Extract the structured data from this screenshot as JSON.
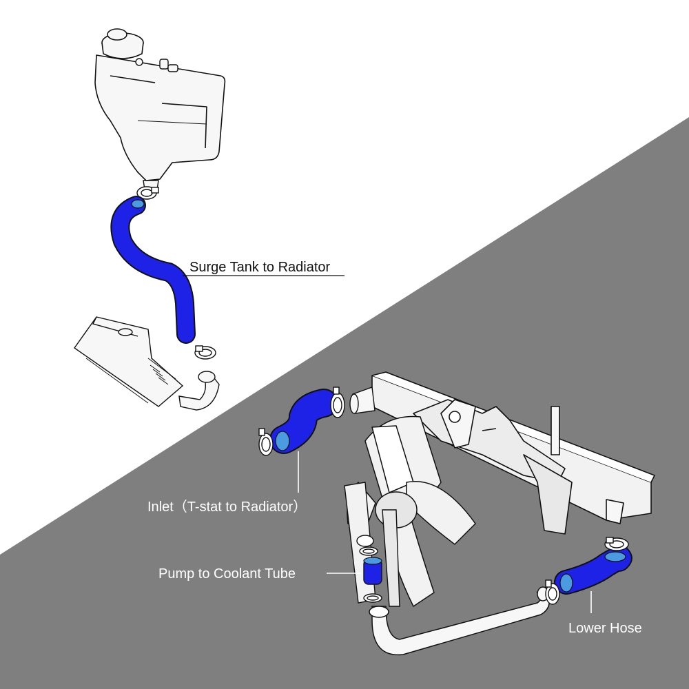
{
  "colors": {
    "background_light": "#ffffff",
    "background_dark": "#7f7f7f",
    "hose_blue": "#1d22e6",
    "hose_blue_inner": "#4a9be0",
    "outline": "#111111",
    "part_fill": "#f2f2f2"
  },
  "labels": {
    "surge_tank_to_radiator": "Surge Tank to Radiator",
    "inlet": "Inlet（T-stat to Radiator）",
    "pump_to_coolant_tube": "Pump to Coolant Tube",
    "lower_hose": "Lower Hose"
  }
}
